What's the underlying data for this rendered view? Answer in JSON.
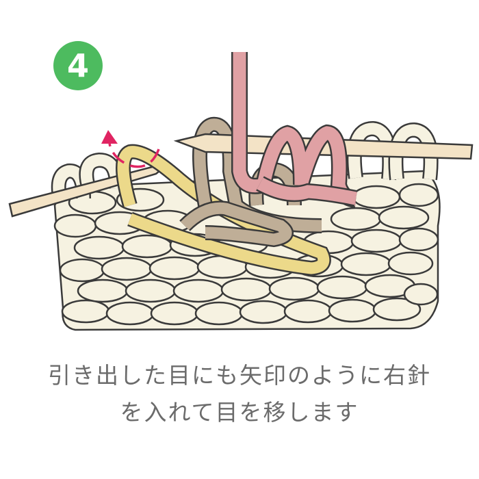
{
  "step": {
    "number": "4",
    "color": "#4dbb5f"
  },
  "caption": {
    "line1": "引き出した目にも矢印のように右針",
    "line2": "を入れて目を移します"
  },
  "colors": {
    "main_yarn": "#f6f2e1",
    "outline": "#3a3a3a",
    "yellow_yarn": "#ecd98a",
    "taupe_yarn": "#bfae97",
    "pink_yarn": "#e0a1a4",
    "needle": "#f3e3c6",
    "arrow": "#e02462"
  }
}
